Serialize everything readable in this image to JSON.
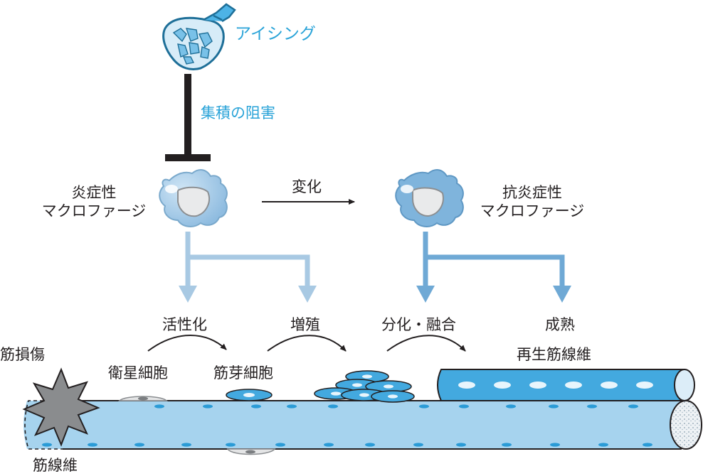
{
  "labels": {
    "icing": "アイシング",
    "inhibit_accumulation": "集積の阻害",
    "m1_line1": "炎症性",
    "m1_line2": "マクロファージ",
    "change": "変化",
    "m2_line1": "抗炎症性",
    "m2_line2": "マクロファージ",
    "activation": "活性化",
    "proliferation": "増殖",
    "differentiation_fusion": "分化・融合",
    "maturation": "成熟",
    "muscle_injury": "筋損傷",
    "satellite_cell": "衛星細胞",
    "myoblast": "筋芽細胞",
    "regenerated_fiber": "再生筋線維",
    "muscle_fiber": "筋線維"
  },
  "colors": {
    "accent_blue": "#29a3d8",
    "fiber_fill": "#a6d3ee",
    "cell_blue": "#43a9df",
    "arrow_light": "#a8c9e3",
    "arrow_dark": "#6fa9d5",
    "inhibit_bar": "#231f20",
    "injury_gray": "#8a8c8e"
  },
  "icons": {
    "ice_bag": "ice-bag-icon",
    "macrophage": "macrophage-cell-icon",
    "injury": "injury-star-icon"
  }
}
